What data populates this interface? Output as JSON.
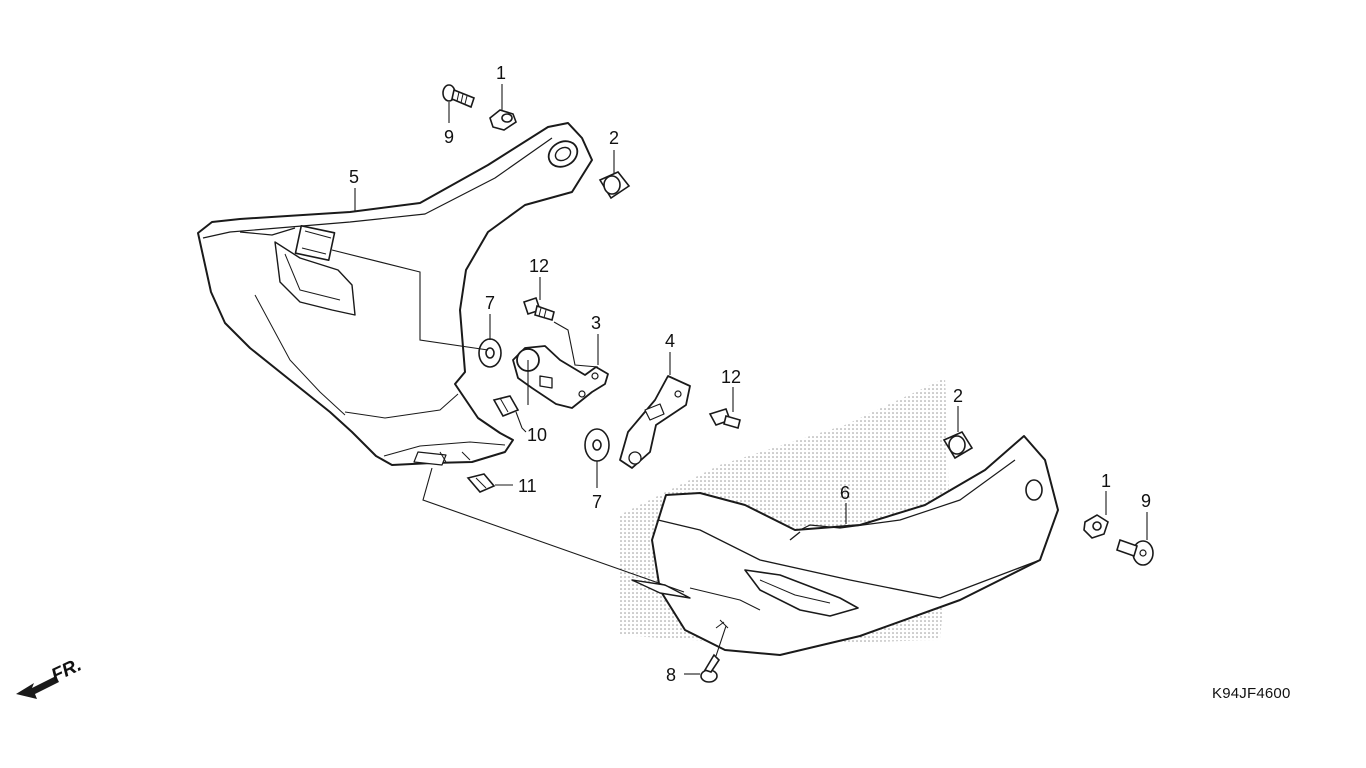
{
  "diagram": {
    "callouts": {
      "c1a": "1",
      "c9a": "9",
      "c2a": "2",
      "c5": "5",
      "c12a": "12",
      "c3": "3",
      "c7a": "7",
      "c4": "4",
      "c12b": "12",
      "c10": "10",
      "c2b": "2",
      "c11": "11",
      "c7b": "7",
      "c6": "6",
      "c1b": "1",
      "c9b": "9",
      "c8": "8"
    },
    "direction_label": "FR.",
    "diagram_code": "K94JF4600"
  },
  "colors": {
    "line": "#1a1a1a",
    "background": "#ffffff",
    "stipple": "#9a9a9a"
  }
}
